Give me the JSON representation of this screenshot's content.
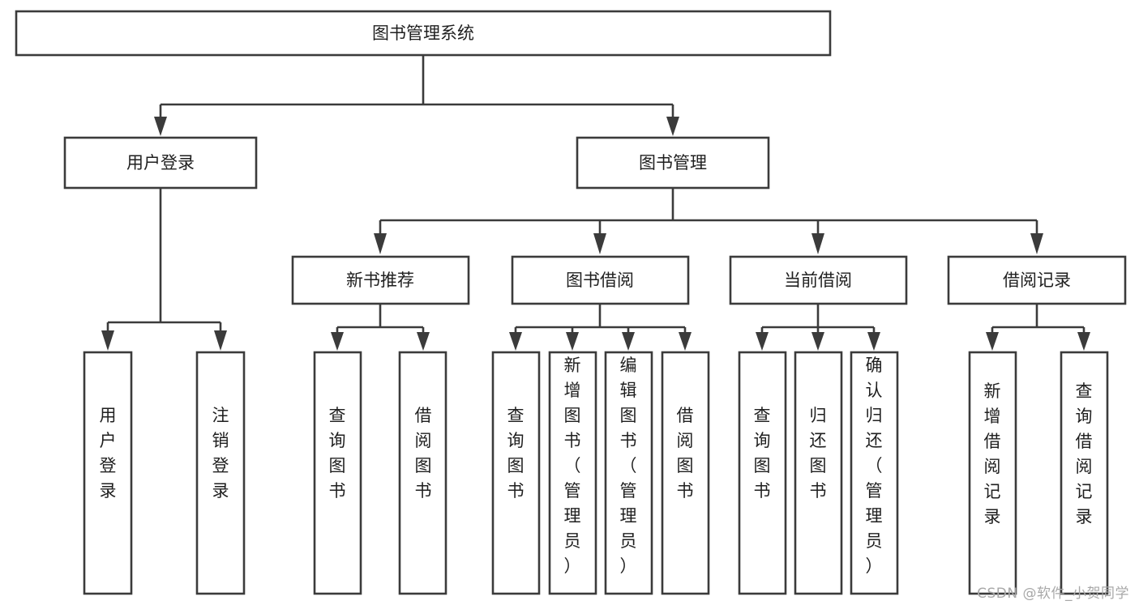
{
  "diagram": {
    "type": "tree-hierarchy-diagram",
    "title": "图书管理系统",
    "background_color": "#ffffff",
    "box_stroke_color": "#3b3b3b",
    "box_fill_color": "#ffffff",
    "text_color": "#1f1f1f",
    "levels": [
      {
        "level": 1,
        "nodes": [
          {
            "id": "root",
            "label": "图书管理系统",
            "orientation": "horizontal"
          }
        ]
      },
      {
        "level": 2,
        "nodes": [
          {
            "id": "user-login",
            "label": "用户登录",
            "orientation": "horizontal",
            "parent": "root"
          },
          {
            "id": "book-manage",
            "label": "图书管理",
            "orientation": "horizontal",
            "parent": "root"
          }
        ]
      },
      {
        "level": 3,
        "nodes": [
          {
            "id": "new-book-recommend",
            "label": "新书推荐",
            "orientation": "horizontal",
            "parent": "book-manage"
          },
          {
            "id": "book-borrow",
            "label": "图书借阅",
            "orientation": "horizontal",
            "parent": "book-manage"
          },
          {
            "id": "current-borrow",
            "label": "当前借阅",
            "orientation": "horizontal",
            "parent": "book-manage"
          },
          {
            "id": "borrow-record",
            "label": "借阅记录",
            "orientation": "horizontal",
            "parent": "book-manage"
          }
        ]
      },
      {
        "level": 4,
        "nodes": [
          {
            "id": "leaf-user-login",
            "label": "用户登录",
            "orientation": "vertical",
            "parent": "user-login"
          },
          {
            "id": "leaf-logout",
            "label": "注销登录",
            "orientation": "vertical",
            "parent": "user-login"
          },
          {
            "id": "leaf-query-book-1",
            "label": "查询图书",
            "orientation": "vertical",
            "parent": "new-book-recommend"
          },
          {
            "id": "leaf-borrow-book-1",
            "label": "借阅图书",
            "orientation": "vertical",
            "parent": "new-book-recommend"
          },
          {
            "id": "leaf-query-book-2",
            "label": "查询图书",
            "orientation": "vertical",
            "parent": "book-borrow"
          },
          {
            "id": "leaf-add-book",
            "label": "新增图书（管理员）",
            "orientation": "vertical",
            "parent": "book-borrow"
          },
          {
            "id": "leaf-edit-book",
            "label": "编辑图书（管理员）",
            "orientation": "vertical",
            "parent": "book-borrow"
          },
          {
            "id": "leaf-borrow-book-2",
            "label": "借阅图书",
            "orientation": "vertical",
            "parent": "book-borrow"
          },
          {
            "id": "leaf-query-book-3",
            "label": "查询图书",
            "orientation": "vertical",
            "parent": "current-borrow"
          },
          {
            "id": "leaf-return-book",
            "label": "归还图书",
            "orientation": "vertical",
            "parent": "current-borrow"
          },
          {
            "id": "leaf-confirm-return",
            "label": "确认归还（管理员）",
            "orientation": "vertical",
            "parent": "current-borrow"
          },
          {
            "id": "leaf-add-record",
            "label": "新增借阅记录",
            "orientation": "vertical",
            "parent": "borrow-record"
          },
          {
            "id": "leaf-query-record",
            "label": "查询借阅记录",
            "orientation": "vertical",
            "parent": "borrow-record"
          }
        ]
      }
    ]
  },
  "watermark": {
    "text": "CSDN @软件_小贺同学"
  }
}
